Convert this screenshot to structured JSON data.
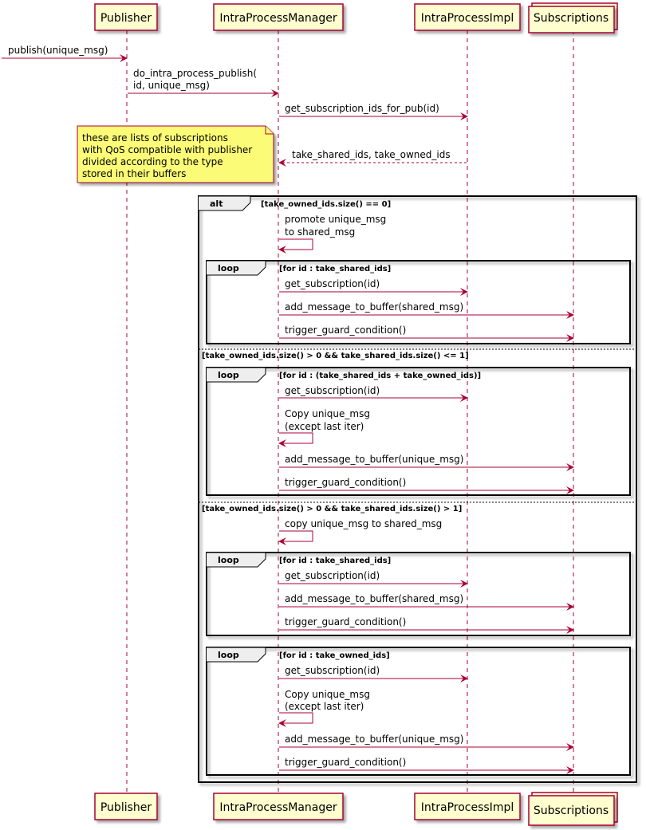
{
  "participants": {
    "publisher": "Publisher",
    "manager": "IntraProcessManager",
    "impl": "IntraProcessImpl",
    "subscriptions": "Subscriptions"
  },
  "messages": {
    "publish": "publish(unique_msg)",
    "do_publish_1": "do_intra_process_publish(",
    "do_publish_2": "id, unique_msg)",
    "get_ids": "get_subscription_ids_for_pub(id)",
    "return_ids": "take_shared_ids, take_owned_ids",
    "promote_1": "promote unique_msg",
    "promote_2": "to shared_msg",
    "get_sub": "get_subscription(id)",
    "add_shared": "add_message_to_buffer(shared_msg)",
    "add_unique": "add_message_to_buffer(unique_msg)",
    "trigger": "trigger_guard_condition()",
    "copy_1": "Copy unique_msg",
    "copy_2": " (except last iter)",
    "copy_to_shared": "copy unique_msg to shared_msg"
  },
  "note": {
    "line1": "these are lists of subscriptions",
    "line2": "with QoS compatible with publisher",
    "line3": "divided according to the type",
    "line4": "stored in their buffers"
  },
  "frames": {
    "alt_label": "alt",
    "loop_label": "loop",
    "alt_guard1": "[take_owned_ids.size() == 0]",
    "alt_guard2": "[take_owned_ids.size() > 0 && take_shared_ids.size() <= 1]",
    "alt_guard3": "[take_owned_ids.size() > 0 && take_shared_ids.size() > 1]",
    "loop_shared": "[for id : take_shared_ids]",
    "loop_all": "[for id : (take_shared_ids + take_owned_ids)]",
    "loop_owned": "[for id : take_owned_ids]"
  },
  "colors": {
    "participant_fill": "#FEFECE",
    "participant_border": "#A80036",
    "arrow": "#A80036",
    "note_fill": "#FBFB77"
  }
}
